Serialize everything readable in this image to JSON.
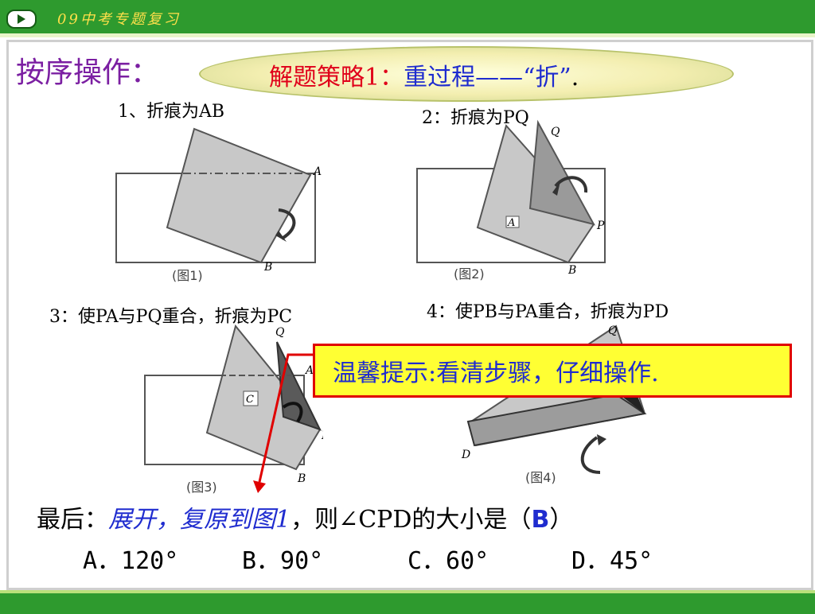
{
  "header": {
    "title": "09中考专题复习",
    "play_icon": "play-icon"
  },
  "slide": {
    "heading": "按序操作：",
    "strategy": {
      "part1": "解题策略1：",
      "part2": "重过程——“折”",
      "part3": "."
    },
    "steps": [
      "1、折痕为AB",
      "2：折痕为PQ",
      "3：使PA与PQ重合，折痕为PC",
      "4：使PB与PA重合，折痕为PD"
    ],
    "figures": [
      {
        "caption": "(图1)",
        "labels": [
          "A",
          "B"
        ]
      },
      {
        "caption": "(图2)",
        "labels": [
          "Q",
          "A",
          "P",
          "B"
        ]
      },
      {
        "caption": "(图3)",
        "labels": [
          "Q",
          "A",
          "C",
          "P",
          "B"
        ]
      },
      {
        "caption": "(图4)",
        "labels": [
          "Q",
          "D"
        ]
      }
    ],
    "tip": "温馨提示:看清步骤，仔细操作.",
    "final": {
      "prefix": "最后：",
      "action": "展开，复原到图1",
      "question": "，则∠CPD的大小是（",
      "answer": "B",
      "suffix": "）"
    },
    "options": [
      "A．120°",
      "B．90°",
      "C．60°",
      "D．45°"
    ]
  },
  "colors": {
    "topbar": "#2e9a2e",
    "heading": "#7b1fa2",
    "red": "#e0001a",
    "blue": "#1f2ccf",
    "tip_bg": "#ffff33"
  }
}
